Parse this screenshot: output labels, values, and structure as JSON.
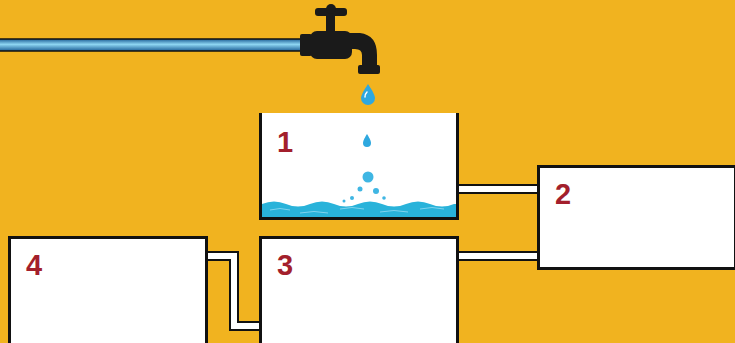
{
  "diagram": {
    "nodes": [
      {
        "text": [
          "1"
        ]
      },
      {
        "text": [
          "2"
        ]
      },
      {
        "text": [
          "3"
        ]
      },
      {
        "text": [
          "4"
        ]
      }
    ],
    "edges": [
      {
        "from": 0,
        "to": 1,
        "arrow": "none"
      },
      {
        "from": 1,
        "to": 2,
        "arrow": "none"
      },
      {
        "from": 2,
        "to": 3,
        "arrow": "none"
      }
    ]
  }
}
